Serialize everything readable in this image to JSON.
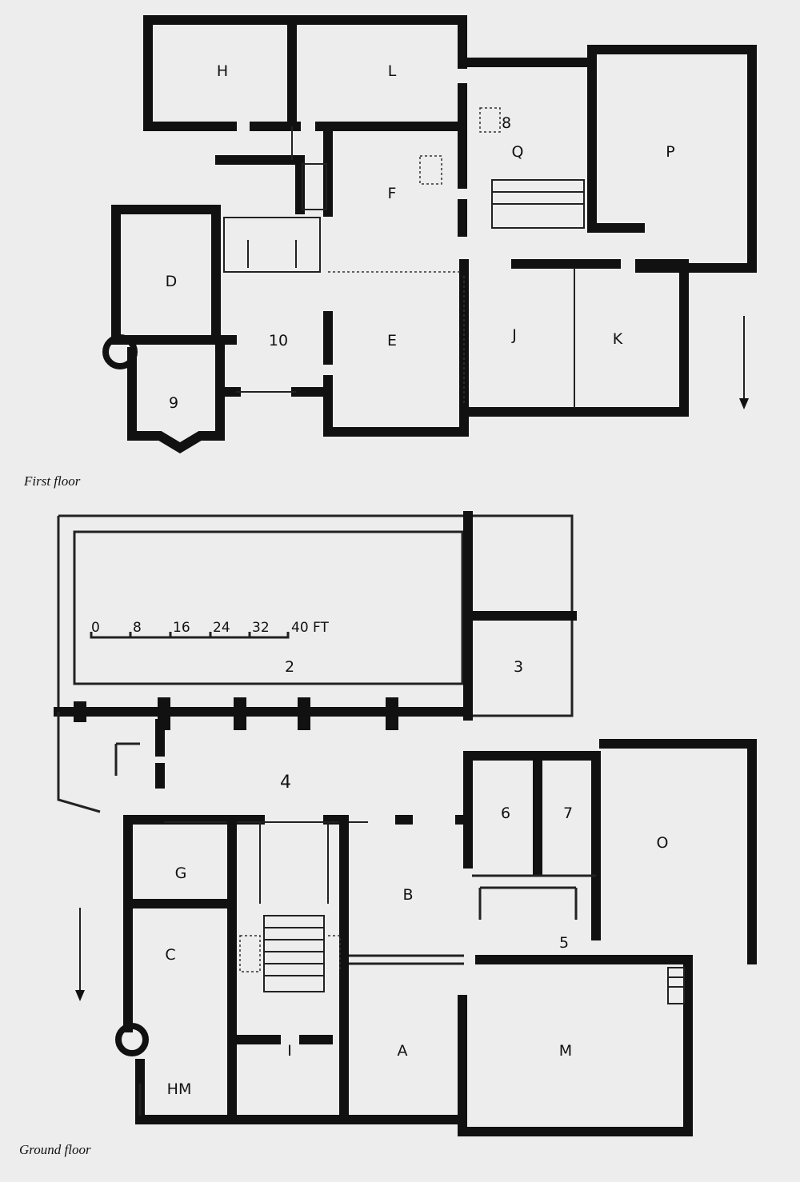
{
  "captions": {
    "first_floor": "First floor",
    "ground_floor": "Ground floor"
  },
  "first_floor_rooms": {
    "H": "H",
    "L": "L",
    "8": "8",
    "Q": "Q",
    "P": "P",
    "F": "F",
    "D": "D",
    "10": "10",
    "E": "E",
    "J": "J",
    "K": "K",
    "9": "9"
  },
  "ground_floor_rooms": {
    "2": "2",
    "3": "3",
    "4": "4",
    "6": "6",
    "7": "7",
    "O": "O",
    "G": "G",
    "B": "B",
    "C": "C",
    "5": "5",
    "HM": "HM",
    "I": "I",
    "A": "A",
    "M": "M"
  },
  "scale_bar": {
    "ticks": [
      "0",
      "8",
      "16",
      "24",
      "32",
      "40 FT"
    ]
  },
  "icons": [
    "north-arrow-first-floor",
    "north-arrow-ground-floor"
  ],
  "colors": {
    "wall": "#111111",
    "paper": "#ededed"
  }
}
